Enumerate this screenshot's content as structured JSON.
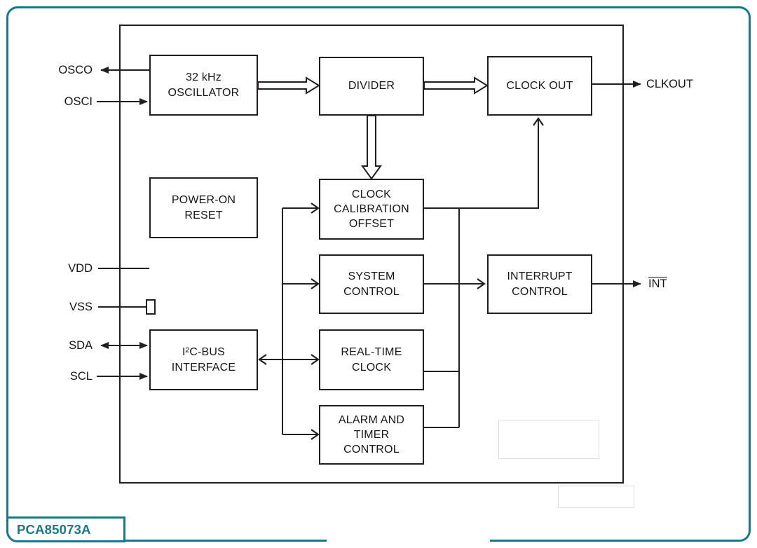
{
  "title": "PCA85073A",
  "colors": {
    "accent": "#17798a",
    "line": "#231f20"
  },
  "blocks": {
    "oscillator": "32 kHz\nOSCILLATOR",
    "divider": "DIVIDER",
    "clock_out": "CLOCK OUT",
    "power_on_reset": "POWER-ON\nRESET",
    "clock_calibration_offset": "CLOCK\nCALIBRATION\nOFFSET",
    "system_control": "SYSTEM\nCONTROL",
    "real_time_clock": "REAL-TIME\nCLOCK",
    "alarm_timer_control": "ALARM AND\nTIMER\nCONTROL",
    "i2c_interface": "I²C-BUS\nINTERFACE",
    "interrupt_control": "INTERRUPT\nCONTROL"
  },
  "pins": {
    "osco": "OSCO",
    "osci": "OSCI",
    "vdd": "VDD",
    "vss": "VSS",
    "sda": "SDA",
    "scl": "SCL",
    "clkout": "CLKOUT",
    "int": "INT"
  }
}
